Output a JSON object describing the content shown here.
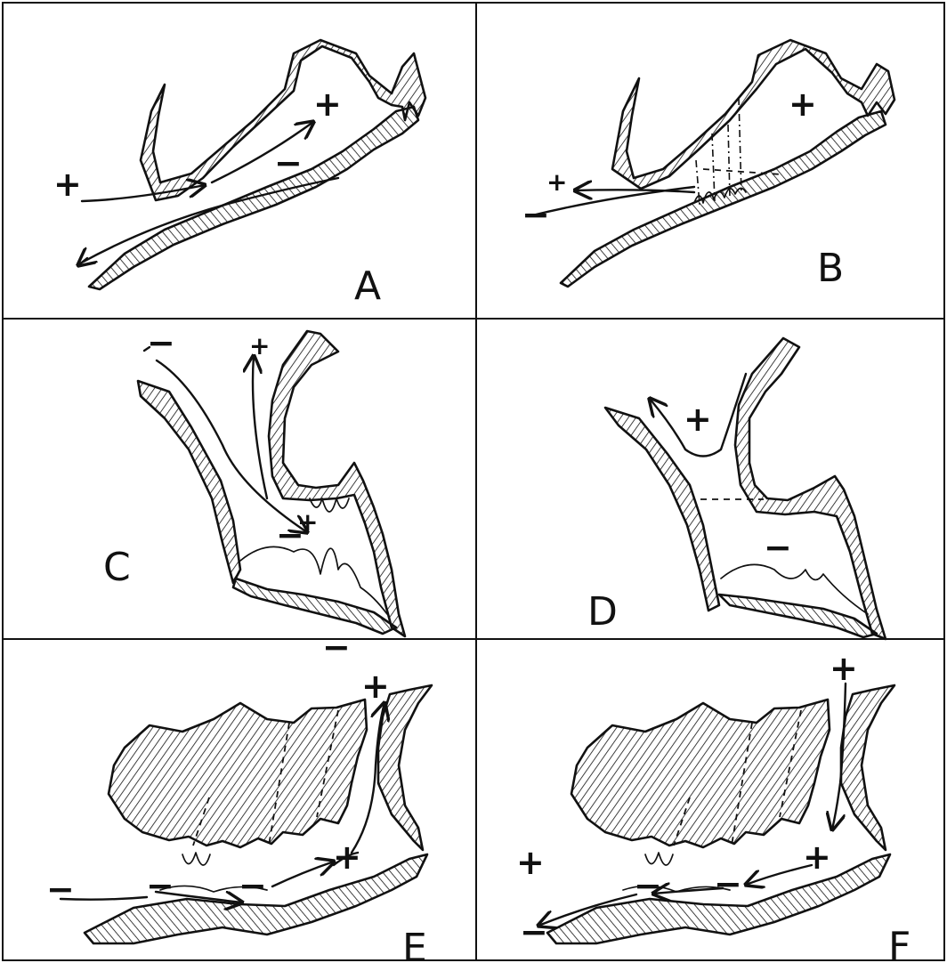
{
  "panels": [
    {
      "id": "A",
      "label": "A"
    },
    {
      "id": "B",
      "label": "B"
    },
    {
      "id": "C",
      "label": "C"
    },
    {
      "id": "D",
      "label": "D"
    },
    {
      "id": "E",
      "label": "E"
    },
    {
      "id": "F",
      "label": "F"
    }
  ],
  "signs": {
    "plus": "+",
    "minus": "−"
  },
  "colors": {
    "ink": "#111111",
    "paper": "#ffffff"
  }
}
